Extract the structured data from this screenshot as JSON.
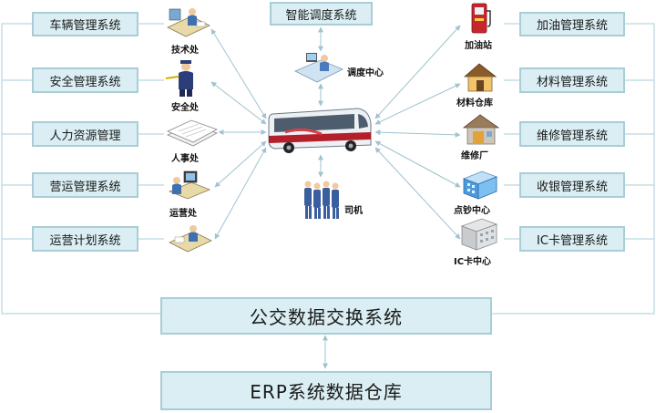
{
  "top_box": "智能调度系统",
  "left_systems": [
    "车辆管理系统",
    "安全管理系统",
    "人力资源管理",
    "营运管理系统",
    "运营计划系统"
  ],
  "right_systems": [
    "加油管理系统",
    "材料管理系统",
    "维修管理系统",
    "收银管理系统",
    "IC卡管理系统"
  ],
  "left_departments": [
    "技术处",
    "安全处",
    "人事处",
    "运营处"
  ],
  "right_stations": [
    "加油站",
    "材料仓库",
    "维修厂",
    "点钞中心",
    "IC卡中心"
  ],
  "center_top_label": "调度中心",
  "center_bottom_label": "司机",
  "exchange_box": "公交数据交换系统",
  "erp_box": "ERP系统数据仓库",
  "colors": {
    "box_fill": "#daeef3",
    "box_border": "#a9cdd6",
    "line": "#a9cdd6"
  }
}
